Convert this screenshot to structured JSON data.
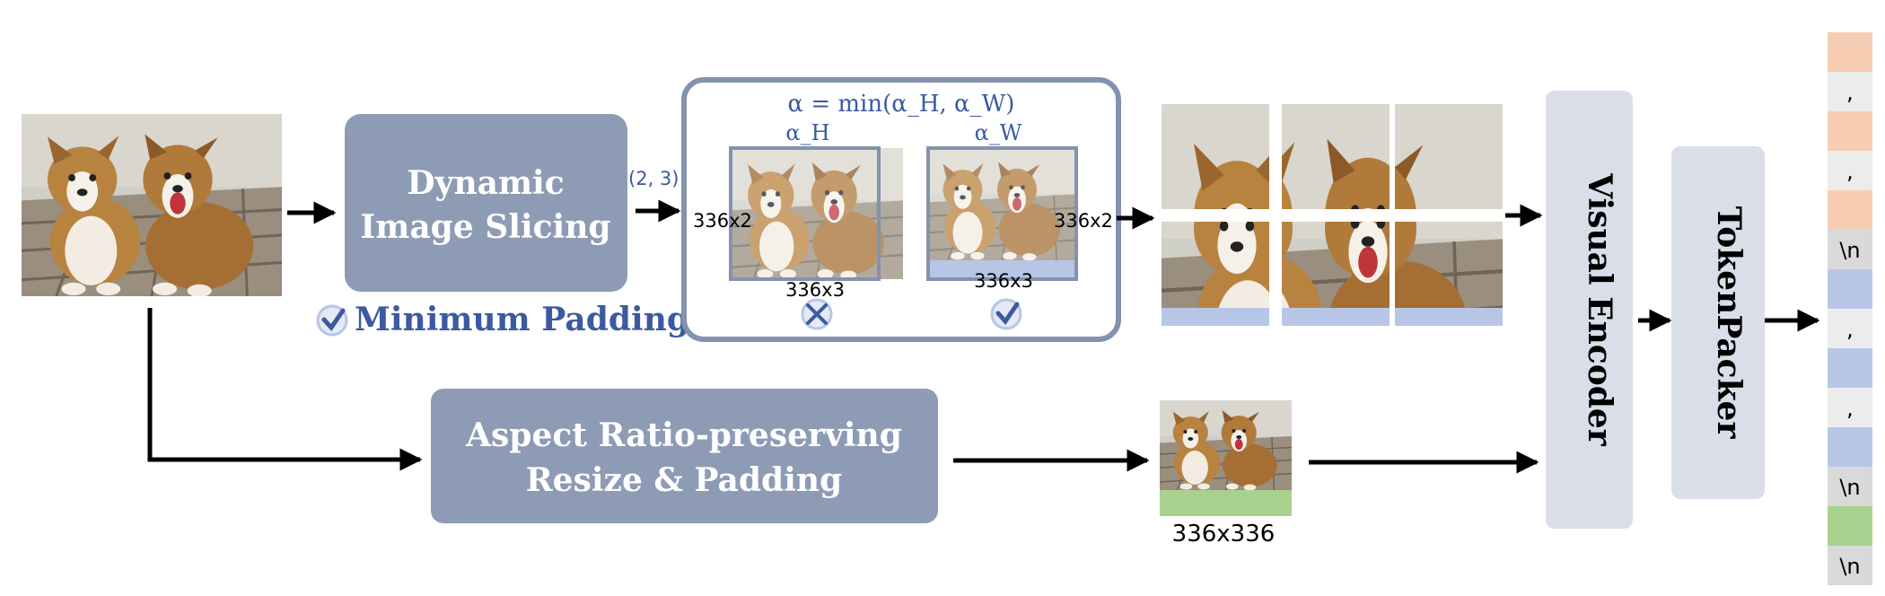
{
  "input_image": {
    "alt": "two corgi puppies"
  },
  "slicing_box": {
    "line1": "Dynamic",
    "line2": "Image Slicing"
  },
  "minimum_padding": {
    "label": "Minimum Padding"
  },
  "grid_label": "(2, 3)",
  "alpha_panel": {
    "formula": "α = min(α_H, α_W)",
    "left_title": "α_H",
    "right_title": "α_W",
    "left_side_label": "336x2",
    "left_bottom_label": "336x3",
    "right_side_label": "336x2",
    "right_bottom_label": "336x3"
  },
  "resize_box": {
    "line1": "Aspect Ratio-preserving",
    "line2": "Resize & Padding"
  },
  "thumbnail": {
    "size_label": "336x336"
  },
  "visual_encoder": {
    "label": "Visual Encoder"
  },
  "token_packer": {
    "label": "TokenPacker"
  },
  "colors": {
    "box_fill": "#8d9bb5",
    "encoder_fill": "#d9dee9",
    "panel_border": "#8392ad",
    "token_orange": "#f6cdb2",
    "token_gray": "#ececec",
    "token_blue": "#b7c6e6",
    "token_darkgray": "#d9d9d9",
    "token_green": "#a9d18e",
    "padding_blue": "#b7c6e6",
    "padding_green": "#a9d18e",
    "accent_blue": "#3b5aa0"
  },
  "tokens": [
    {
      "kind": "orange",
      "text": ""
    },
    {
      "kind": "gray",
      "text": ","
    },
    {
      "kind": "orange",
      "text": ""
    },
    {
      "kind": "gray",
      "text": ","
    },
    {
      "kind": "orange",
      "text": ""
    },
    {
      "kind": "darkgray",
      "text": "\\n"
    },
    {
      "kind": "blue",
      "text": ""
    },
    {
      "kind": "gray",
      "text": ","
    },
    {
      "kind": "blue",
      "text": ""
    },
    {
      "kind": "gray",
      "text": ","
    },
    {
      "kind": "blue",
      "text": ""
    },
    {
      "kind": "darkgray",
      "text": "\\n"
    },
    {
      "kind": "green",
      "text": ""
    },
    {
      "kind": "darkgray",
      "text": "\\n"
    }
  ]
}
